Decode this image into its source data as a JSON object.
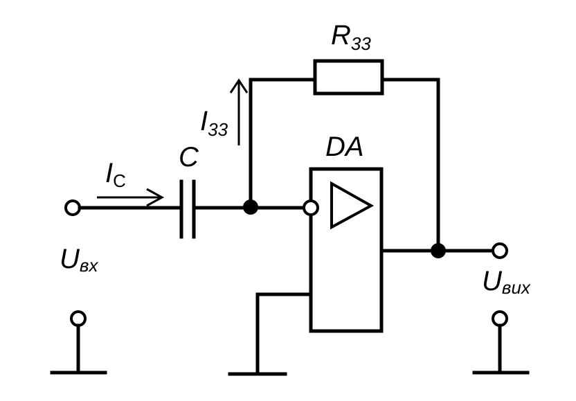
{
  "labels": {
    "feedback_resistor": {
      "main": "R",
      "sub": "33"
    },
    "feedback_current": {
      "main": "I",
      "sub": "33"
    },
    "capacitor": "C",
    "amplifier": "DA",
    "input_current": {
      "main": "I",
      "sub": "C"
    },
    "input_voltage": {
      "main": "U",
      "sub": "вх"
    },
    "output_voltage": {
      "main": "U",
      "sub": "вих"
    }
  }
}
